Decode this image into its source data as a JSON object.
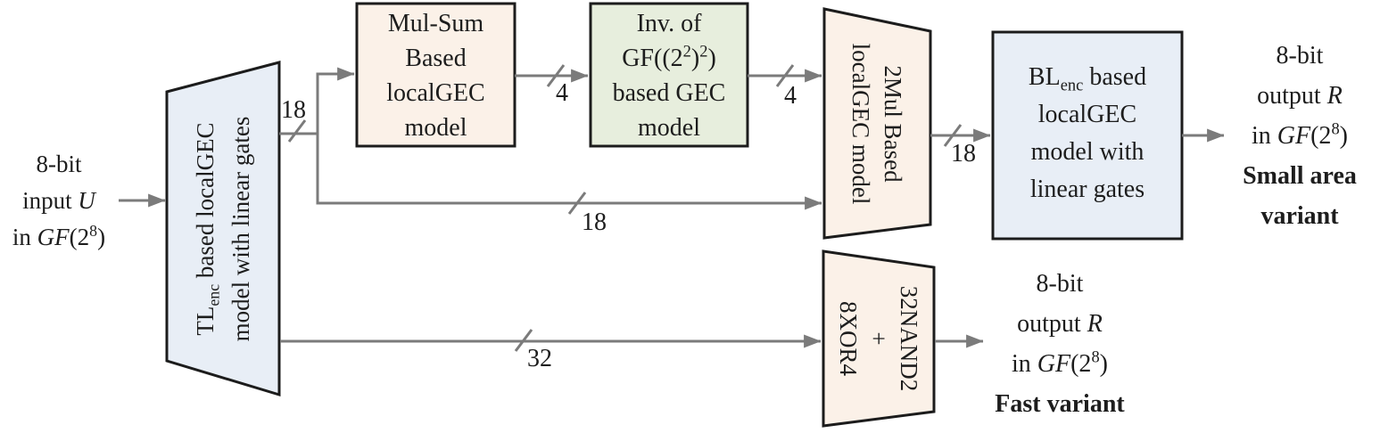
{
  "colors": {
    "blue_fill": "#e8eef6",
    "peach_fill": "#fbf1e8",
    "green_fill": "#e7eedd",
    "outline": "#1c1c1c",
    "arrow": "#7b7b7b"
  },
  "input_label": {
    "lines": [
      [
        {
          "t": "8-bit"
        }
      ],
      [
        {
          "t": "input "
        },
        {
          "t": "U",
          "i": true
        }
      ],
      [
        {
          "t": "in "
        },
        {
          "t": "GF",
          "i": true
        },
        {
          "t": "(2"
        },
        {
          "t": "8",
          "sup": true
        },
        {
          "t": ")"
        }
      ]
    ]
  },
  "trap_tl_enc": {
    "lines": [
      [
        {
          "t": "TL"
        },
        {
          "t": "enc",
          "sub": true
        },
        {
          "t": " based localGEC"
        }
      ],
      [
        {
          "t": "model with linear gates"
        }
      ]
    ]
  },
  "box_mul_sum": {
    "lines": [
      [
        {
          "t": "Mul-Sum"
        }
      ],
      [
        {
          "t": "Based"
        }
      ],
      [
        {
          "t": "localGEC"
        }
      ],
      [
        {
          "t": "model"
        }
      ]
    ]
  },
  "box_inv": {
    "lines": [
      [
        {
          "t": "Inv. of"
        }
      ],
      [
        {
          "t": "GF((2"
        },
        {
          "t": "2",
          "sup": true
        },
        {
          "t": ")"
        },
        {
          "t": "2",
          "sup": true
        },
        {
          "t": ")"
        }
      ],
      [
        {
          "t": "based GEC"
        }
      ],
      [
        {
          "t": "model"
        }
      ]
    ]
  },
  "trap_2mul": {
    "lines": [
      [
        {
          "t": "2Mul Based"
        }
      ],
      [
        {
          "t": "localGEC model"
        }
      ]
    ]
  },
  "box_bl_enc": {
    "lines": [
      [
        {
          "t": "BL"
        },
        {
          "t": "enc",
          "sub": true
        },
        {
          "t": " based"
        }
      ],
      [
        {
          "t": "localGEC"
        }
      ],
      [
        {
          "t": "model with"
        }
      ],
      [
        {
          "t": "linear gates"
        }
      ]
    ]
  },
  "trap_fast": {
    "lines": [
      [
        {
          "t": "32NAND2"
        }
      ],
      [
        {
          "t": "+"
        }
      ],
      [
        {
          "t": "8XOR4"
        }
      ]
    ]
  },
  "output_small": {
    "lines": [
      [
        {
          "t": "8-bit"
        }
      ],
      [
        {
          "t": "output "
        },
        {
          "t": "R",
          "i": true
        }
      ],
      [
        {
          "t": "in "
        },
        {
          "t": "GF",
          "i": true
        },
        {
          "t": "(2"
        },
        {
          "t": "8",
          "sup": true
        },
        {
          "t": ")"
        }
      ],
      [
        {
          "t": "Small area",
          "b": true
        }
      ],
      [
        {
          "t": "variant",
          "b": true
        }
      ]
    ]
  },
  "output_fast": {
    "lines": [
      [
        {
          "t": "8-bit"
        }
      ],
      [
        {
          "t": "output "
        },
        {
          "t": "R",
          "i": true
        }
      ],
      [
        {
          "t": "in "
        },
        {
          "t": "GF",
          "i": true
        },
        {
          "t": "(2"
        },
        {
          "t": "8",
          "sup": true
        },
        {
          "t": ")"
        }
      ],
      [
        {
          "t": "Fast variant",
          "b": true
        }
      ]
    ]
  },
  "wire_labels": {
    "tl_to_mulsum": "18",
    "mulsum_to_inv": "4",
    "inv_to_2mul": "4",
    "tl_bypass_to_2mul": "18",
    "mul2_to_bl": "18",
    "tl_to_fast": "32"
  }
}
